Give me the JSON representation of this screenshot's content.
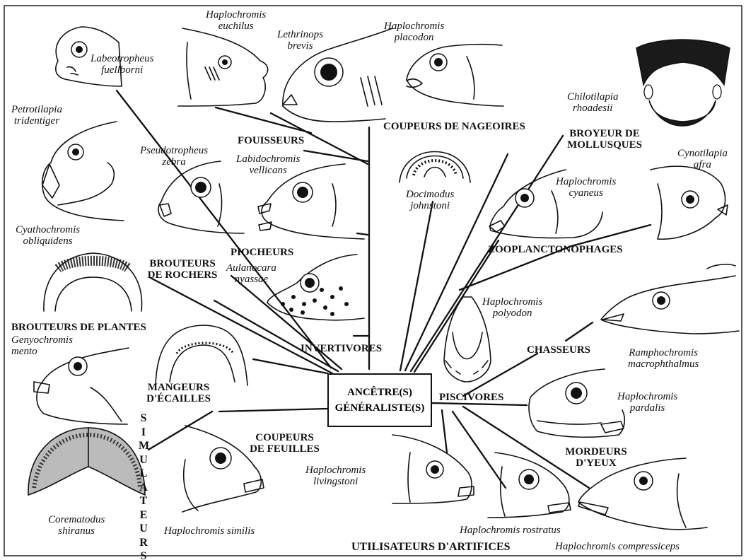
{
  "center": {
    "line1": "ANCÊTRE(S)",
    "line2": "GÉNÉRALISTE(S)"
  },
  "groups": {
    "fouisseurs": "FOUISSEURS",
    "coupeurs_nageoires": "COUPEURS DE NAGEOIRES",
    "broyeur_line1": "BROYEUR DE",
    "broyeur_line2": "MOLLUSQUES",
    "zooplanctonophages": "ZOOPLANCTONOPHAGES",
    "piocheurs": "PIOCHEURS",
    "brouteurs_rochers_line1": "BROUTEURS",
    "brouteurs_rochers_line2": "DE ROCHERS",
    "brouteurs_plantes": "BROUTEURS DE PLANTES",
    "invertivores": "INVERTIVORES",
    "chasseurs": "CHASSEURS",
    "mangeurs_line1": "MANGEURS",
    "mangeurs_line2": "D'ÉCAILLES",
    "piscivores": "PISCIVORES",
    "coupeurs_feuilles_line1": "COUPEURS",
    "coupeurs_feuilles_line2": "DE FEUILLES",
    "mordeurs_line1": "MORDEURS",
    "mordeurs_line2": "D'YEUX",
    "simulateurs": "SIMULATEURS",
    "utilisateurs": "UTILISATEURS D'ARTIFICES"
  },
  "species": {
    "labeotropheus_1": "Labeotropheus",
    "labeotropheus_2": "fuellborni",
    "h_euchilus_1": "Haplochromis",
    "h_euchilus_2": "euchilus",
    "lethrinops_1": "Lethrinops",
    "lethrinops_2": "brevis",
    "h_placodon_1": "Haplochromis",
    "h_placodon_2": "placodon",
    "chilotilapia_1": "Chilotilapia",
    "chilotilapia_2": "rhoadesii",
    "petrotilapia_1": "Petrotilapia",
    "petrotilapia_2": "tridentiger",
    "pseudotropheus_1": "Pseudotropheus",
    "pseudotropheus_2": "zebra",
    "labidochromis_1": "Labidochromis",
    "labidochromis_2": "vellicans",
    "docimodus_1": "Docimodus",
    "docimodus_2": "johnstoni",
    "h_cyaneus_1": "Haplochromis",
    "h_cyaneus_2": "cyaneus",
    "cynotilapia_1": "Cynotilapia",
    "cynotilapia_2": "afra",
    "cyathochromis_1": "Cyathochromis",
    "cyathochromis_2": "obliquidens",
    "aulonocara_1": "Aulanocara",
    "aulonocara_2": "nyassae",
    "h_polyodon_1": "Haplochromis",
    "h_polyodon_2": "polyodon",
    "genyochromis_1": "Genyochromis",
    "genyochromis_2": "mento",
    "ramphochromis_1": "Ramphochromis",
    "ramphochromis_2": "macrophthalmus",
    "h_pardalis_1": "Haplochromis",
    "h_pardalis_2": "pardalis",
    "h_livingstoni_1": "Haplochromis",
    "h_livingstoni_2": "livingstoni",
    "corematodus_1": "Corematodus",
    "corematodus_2": "shiranus",
    "h_similis": "Haplochromis similis",
    "h_rostratus": "Haplochromis rostratus",
    "h_compressiceps": "Haplochromis compressiceps"
  }
}
